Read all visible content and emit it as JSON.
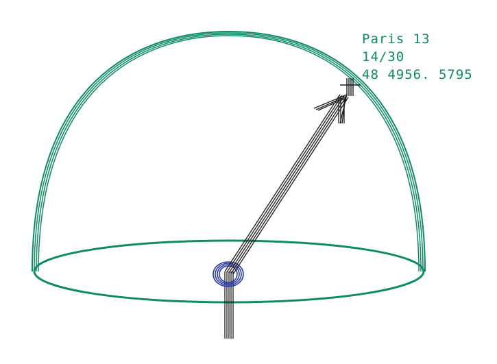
{
  "diagram": {
    "label_lines": [
      "Paris 13",
      "14/30",
      "48 4956. 5795"
    ],
    "colors": {
      "dome": "#0e8a66",
      "arrow": "#1a1a1a",
      "ring": "#2b3aa0",
      "text": "#0e8a66",
      "background": "#ffffff"
    }
  }
}
